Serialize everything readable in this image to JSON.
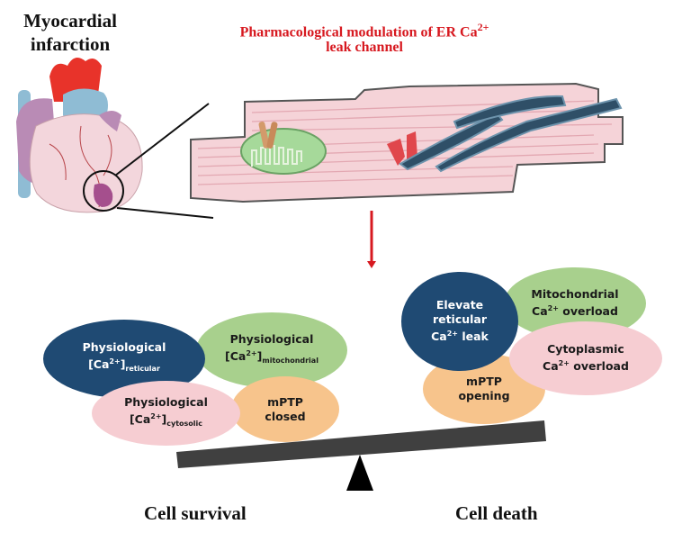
{
  "header": {
    "condition_label": "Myocardial infarction",
    "title_line1": "Pharmacological modulation of ER Ca",
    "title_superscript": "2+",
    "title_line2": "leak channel"
  },
  "colors": {
    "title_red": "#d71920",
    "navy": "#1f4a73",
    "green": "#a8d08d",
    "pink": "#f6cdd2",
    "orange": "#f7c48c",
    "beam": "#404040"
  },
  "survival_side": {
    "label": "Cell survival",
    "ellipses": [
      {
        "main": "Physiological",
        "prefix": "[Ca",
        "sup": "2+",
        "suffix": "]",
        "sub": "reticular"
      },
      {
        "main": "Physiological",
        "prefix": "[Ca",
        "sup": "2+",
        "suffix": "]",
        "sub": "mitochondrial"
      },
      {
        "main": "Physiological",
        "prefix": "[Ca",
        "sup": "2+",
        "suffix": "]",
        "sub": "cytosolic"
      },
      {
        "line1": "mPTP",
        "line2": "closed"
      }
    ]
  },
  "death_side": {
    "label": "Cell death",
    "ellipses": [
      {
        "line1": "Elevate",
        "line2": "reticular",
        "line3_prefix": "Ca",
        "line3_sup": "2+",
        "line3_suffix": " leak"
      },
      {
        "line1": "Mitochondrial",
        "line2_prefix": "Ca",
        "line2_sup": "2+",
        "line2_suffix": " overload"
      },
      {
        "line1": "Cytoplasmic",
        "line2_prefix": "Ca",
        "line2_sup": "2+",
        "line2_suffix": " overload"
      },
      {
        "line1": "mPTP",
        "line2": "opening"
      }
    ]
  }
}
